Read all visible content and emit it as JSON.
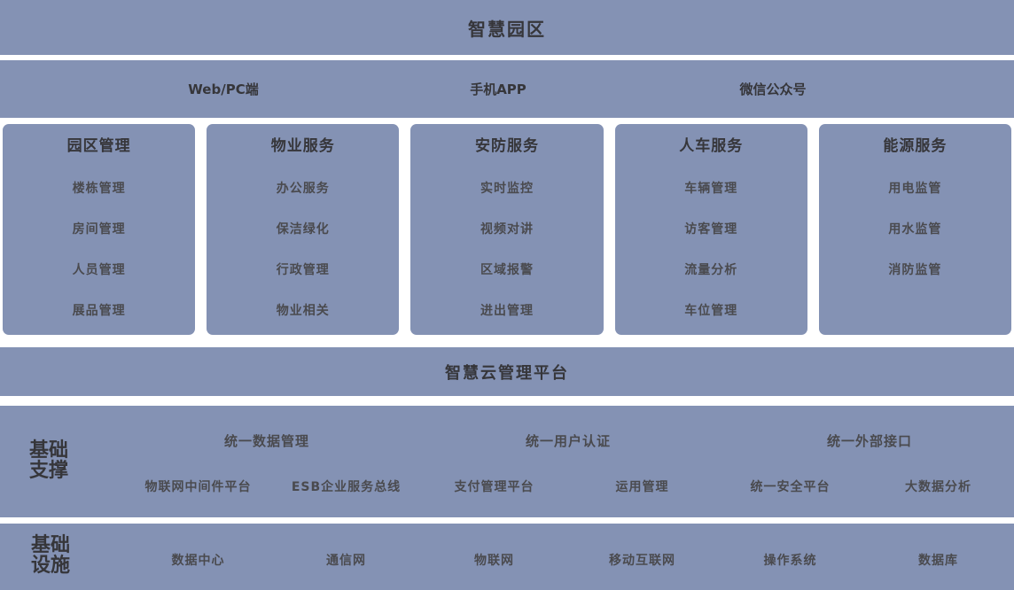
{
  "colors": {
    "band_blue": "#8492b4",
    "gap_white": "#ffffff",
    "heading_text": "#36363a",
    "item_text": "#4a4a4e"
  },
  "header": {
    "title": "智慧园区"
  },
  "access_channels": [
    "Web/PC端",
    "手机APP",
    "微信公众号"
  ],
  "service_columns": [
    {
      "title": "园区管理",
      "items": [
        "楼栋管理",
        "房间管理",
        "人员管理",
        "展品管理"
      ]
    },
    {
      "title": "物业服务",
      "items": [
        "办公服务",
        "保洁绿化",
        "行政管理",
        "物业相关"
      ]
    },
    {
      "title": "安防服务",
      "items": [
        "实时监控",
        "视频对讲",
        "区域报警",
        "进出管理"
      ]
    },
    {
      "title": "人车服务",
      "items": [
        "车辆管理",
        "访客管理",
        "流量分析",
        "车位管理"
      ]
    },
    {
      "title": "能源服务",
      "items": [
        "用电监管",
        "用水监管",
        "消防监管"
      ]
    }
  ],
  "cloud_platform": {
    "title": "智慧云管理平台"
  },
  "foundation_support": {
    "label": "基础支撑",
    "row1": [
      "统一数据管理",
      "统一用户认证",
      "统一外部接口"
    ],
    "row2": [
      "物联网中间件平台",
      "ESB企业服务总线",
      "支付管理平台",
      "运用管理",
      "统一安全平台",
      "大数据分析"
    ]
  },
  "infrastructure": {
    "label": "基础设施",
    "items": [
      "数据中心",
      "通信网",
      "物联网",
      "移动互联网",
      "操作系统",
      "数据库"
    ]
  }
}
